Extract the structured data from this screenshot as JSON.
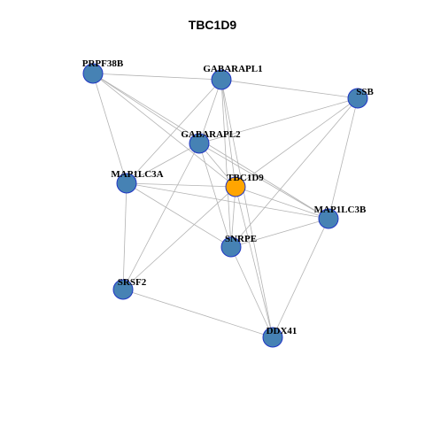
{
  "title": "TBC1D9",
  "colors": {
    "node_fill": "#4682b4",
    "node_highlight_fill": "#ffa500",
    "node_stroke": "#1f35c4",
    "edge": "#b3b3b3"
  },
  "nodes": [
    {
      "id": "PRPF38B",
      "label": "PRPF38B",
      "highlight": false
    },
    {
      "id": "GABARAPL1",
      "label": "GABARAPL1",
      "highlight": false
    },
    {
      "id": "SSB",
      "label": "SSB",
      "highlight": false
    },
    {
      "id": "GABARAPL2",
      "label": "GABARAPL2",
      "highlight": false
    },
    {
      "id": "MAP1LC3A",
      "label": "MAP1LC3A",
      "highlight": false
    },
    {
      "id": "TBC1D9",
      "label": "TBC1D9",
      "highlight": true
    },
    {
      "id": "MAP1LC3B",
      "label": "MAP1LC3B",
      "highlight": false
    },
    {
      "id": "SNRPE",
      "label": "SNRPE",
      "highlight": false
    },
    {
      "id": "SRSF2",
      "label": "SRSF2",
      "highlight": false
    },
    {
      "id": "DDX41",
      "label": "DDX41",
      "highlight": false
    }
  ],
  "edges": [
    [
      "PRPF38B",
      "GABARAPL1"
    ],
    [
      "PRPF38B",
      "MAP1LC3A"
    ],
    [
      "PRPF38B",
      "GABARAPL2"
    ],
    [
      "PRPF38B",
      "TBC1D9"
    ],
    [
      "PRPF38B",
      "MAP1LC3B"
    ],
    [
      "GABARAPL1",
      "SSB"
    ],
    [
      "GABARAPL1",
      "GABARAPL2"
    ],
    [
      "GABARAPL1",
      "MAP1LC3A"
    ],
    [
      "GABARAPL1",
      "TBC1D9"
    ],
    [
      "GABARAPL1",
      "SNRPE"
    ],
    [
      "GABARAPL1",
      "DDX41"
    ],
    [
      "SSB",
      "GABARAPL2"
    ],
    [
      "SSB",
      "TBC1D9"
    ],
    [
      "SSB",
      "MAP1LC3B"
    ],
    [
      "SSB",
      "SNRPE"
    ],
    [
      "GABARAPL2",
      "MAP1LC3A"
    ],
    [
      "GABARAPL2",
      "TBC1D9"
    ],
    [
      "GABARAPL2",
      "MAP1LC3B"
    ],
    [
      "GABARAPL2",
      "SNRPE"
    ],
    [
      "GABARAPL2",
      "SRSF2"
    ],
    [
      "MAP1LC3A",
      "TBC1D9"
    ],
    [
      "MAP1LC3A",
      "MAP1LC3B"
    ],
    [
      "MAP1LC3A",
      "SNRPE"
    ],
    [
      "MAP1LC3A",
      "SRSF2"
    ],
    [
      "TBC1D9",
      "MAP1LC3B"
    ],
    [
      "TBC1D9",
      "SNRPE"
    ],
    [
      "TBC1D9",
      "SRSF2"
    ],
    [
      "TBC1D9",
      "DDX41"
    ],
    [
      "MAP1LC3B",
      "SNRPE"
    ],
    [
      "MAP1LC3B",
      "DDX41"
    ],
    [
      "SNRPE",
      "DDX41"
    ],
    [
      "SRSF2",
      "DDX41"
    ]
  ]
}
